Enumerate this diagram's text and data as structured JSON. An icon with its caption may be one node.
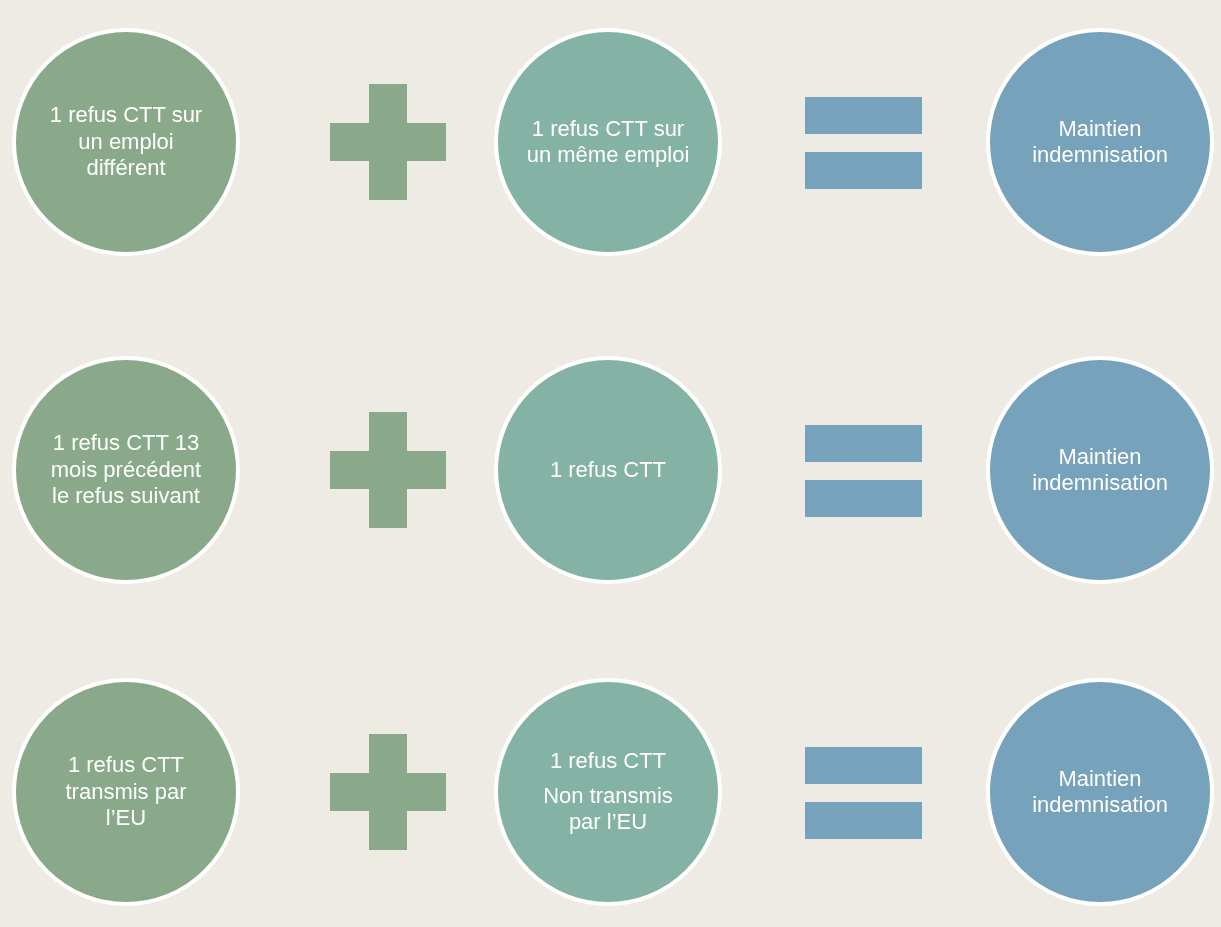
{
  "diagram": {
    "nodes": [
      {
        "text": [
          "1 refus CTT sur un emploi différent"
        ]
      },
      {
        "text": [
          "1 refus CTT sur un même emploi"
        ]
      },
      {
        "text": [
          "Maintien indemnisation"
        ]
      },
      {
        "text": [
          "1 refus CTT 13 mois précédent le refus suivant"
        ]
      },
      {
        "text": [
          "1 refus CTT"
        ]
      },
      {
        "text": [
          "Maintien indemnisation"
        ]
      },
      {
        "text": [
          "1 refus CTT transmis par l’EU"
        ]
      },
      {
        "text": [
          "1 refus CTT",
          "Non transmis par l’EU"
        ]
      },
      {
        "text": [
          "Maintien indemnisation"
        ]
      }
    ]
  }
}
